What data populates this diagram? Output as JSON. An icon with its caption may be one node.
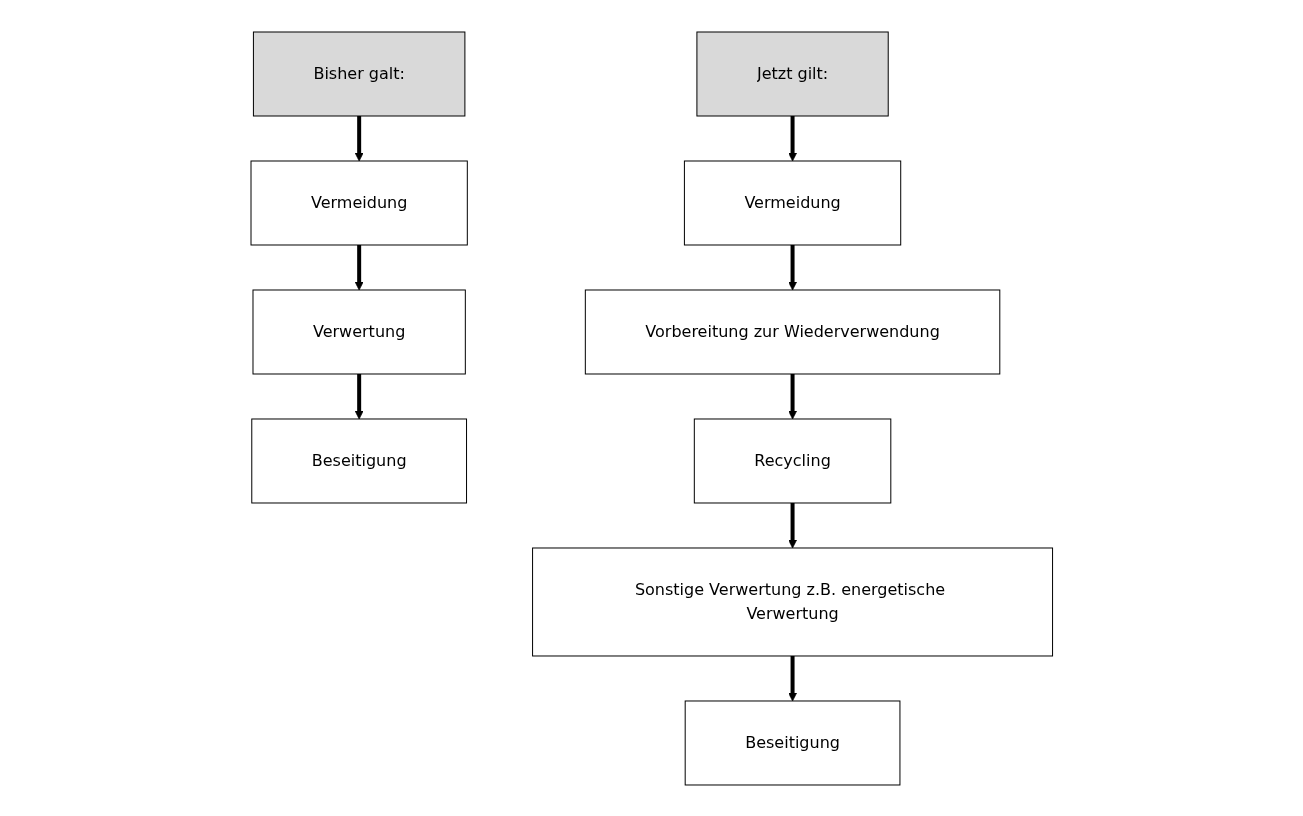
{
  "diagram": {
    "nodes": [
      {
        "text": [
          "Bisher galt:"
        ]
      },
      {
        "text": [
          "Vermeidung"
        ]
      },
      {
        "text": [
          "Verwertung"
        ]
      },
      {
        "text": [
          "Beseitigung"
        ]
      },
      {
        "text": [
          "Jetzt gilt:"
        ]
      },
      {
        "text": [
          "Vermeidung"
        ]
      },
      {
        "text": [
          "Vorbereitung zur Wiederverwendung"
        ]
      },
      {
        "text": [
          "Recycling"
        ]
      },
      {
        "text": [
          "Sonstige Verwertung z.B. energetische Verwertung"
        ]
      },
      {
        "text": [
          "Beseitigung"
        ]
      }
    ],
    "edges": [
      {
        "from": 0,
        "to": 1,
        "arrow": "to"
      },
      {
        "from": 1,
        "to": 2,
        "arrow": "to"
      },
      {
        "from": 2,
        "to": 3,
        "arrow": "to"
      },
      {
        "from": 4,
        "to": 5,
        "arrow": "to"
      },
      {
        "from": 5,
        "to": 6,
        "arrow": "to"
      },
      {
        "from": 6,
        "to": 7,
        "arrow": "to"
      },
      {
        "from": 7,
        "to": 8,
        "arrow": "to"
      },
      {
        "from": 8,
        "to": 9,
        "arrow": "to"
      }
    ]
  }
}
